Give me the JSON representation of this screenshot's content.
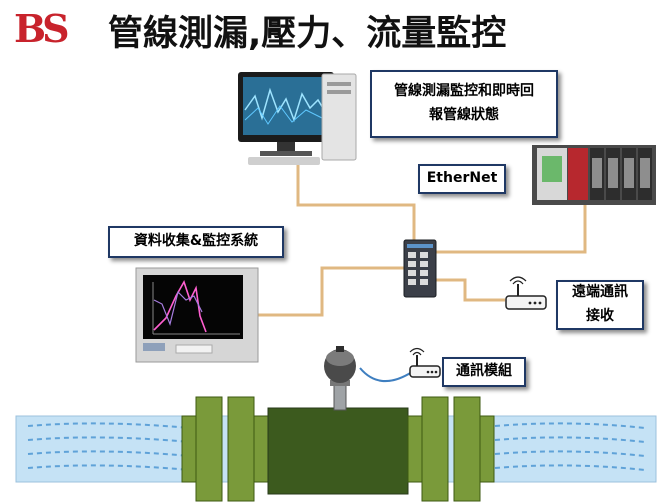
{
  "header": {
    "logo_text": "BS",
    "title": "管線測漏,壓力、流量監控"
  },
  "labels": {
    "monitor_line1": "管線測漏監控和即時回",
    "monitor_line2": "報管線狀態",
    "ethernet": "EtherNet",
    "data_system": "資料收集&監控系統",
    "remote_line1": "遠端通訊",
    "remote_line2": "接收",
    "comm_module": "通訊模組"
  },
  "colors": {
    "wire": "#e0b882",
    "pipe_body": "#3c5a1e",
    "flange": "#7a9a3a",
    "water": "#c5e2f5",
    "box_border": "#1f3864"
  }
}
